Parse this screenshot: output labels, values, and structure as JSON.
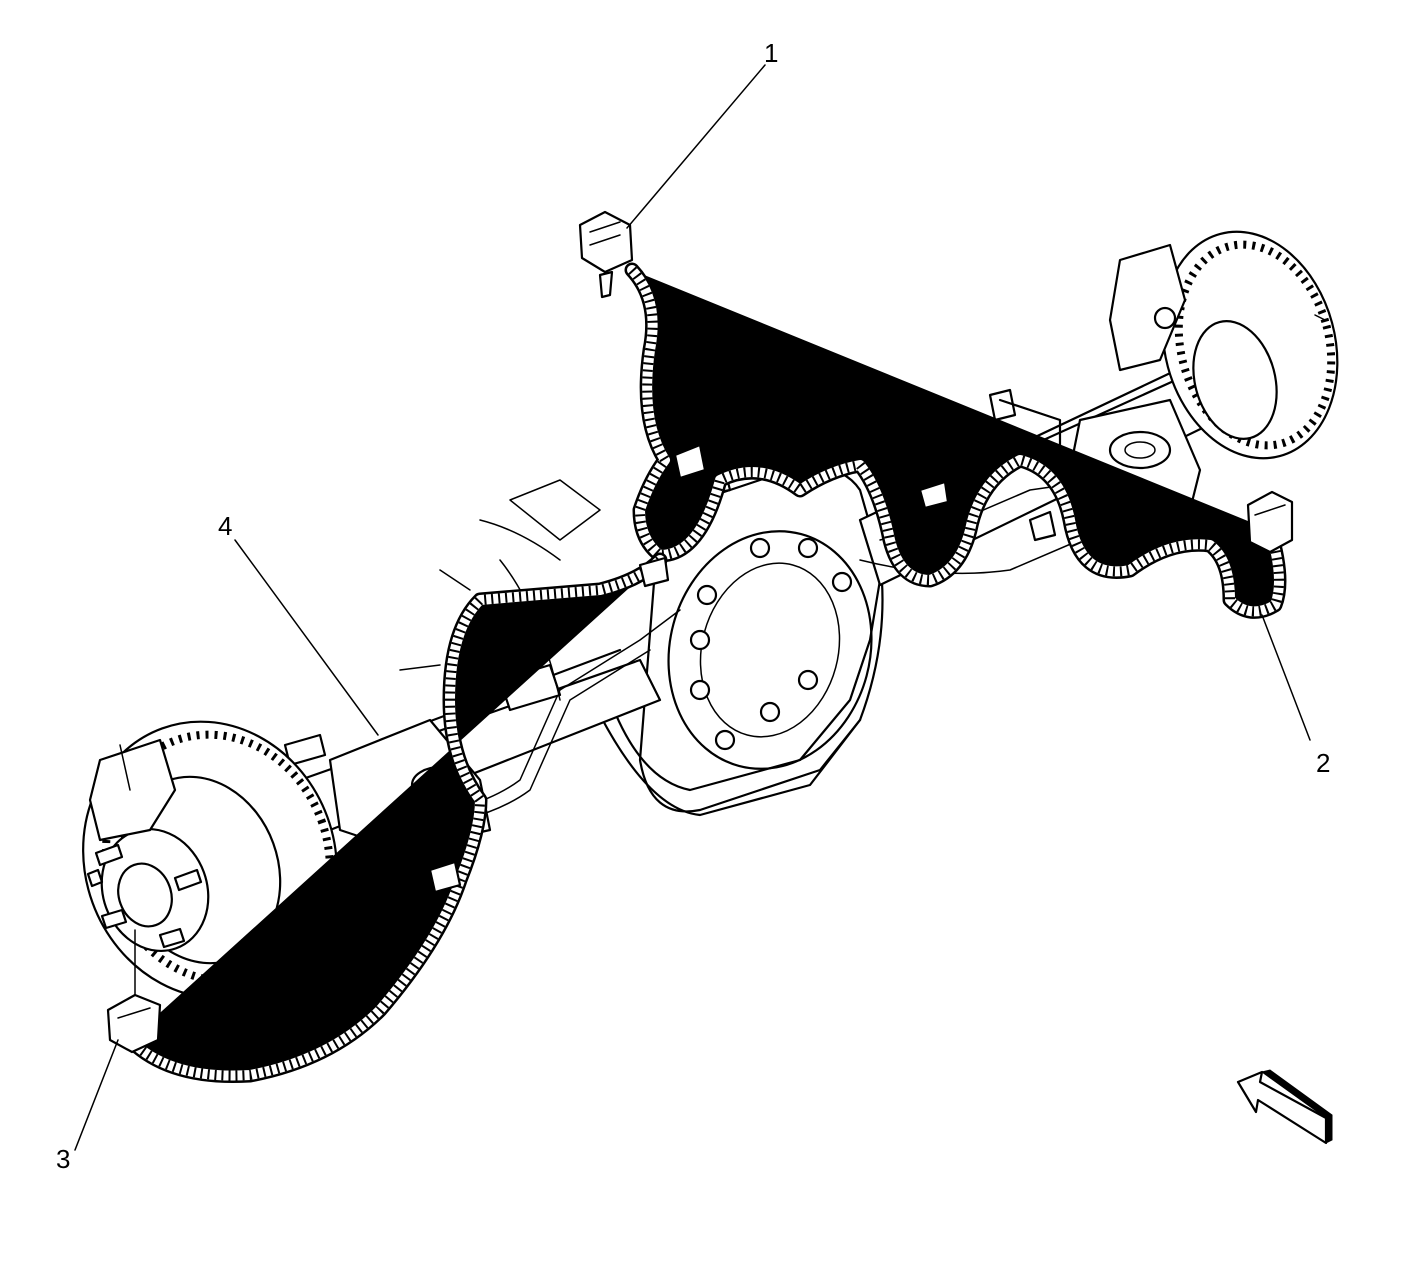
{
  "diagram": {
    "callouts": [
      {
        "id": "1",
        "label": "1"
      },
      {
        "id": "2",
        "label": "2"
      },
      {
        "id": "3",
        "label": "3"
      },
      {
        "id": "4",
        "label": "4"
      }
    ],
    "front_arrow_icon": "front-of-vehicle-arrow-icon"
  }
}
